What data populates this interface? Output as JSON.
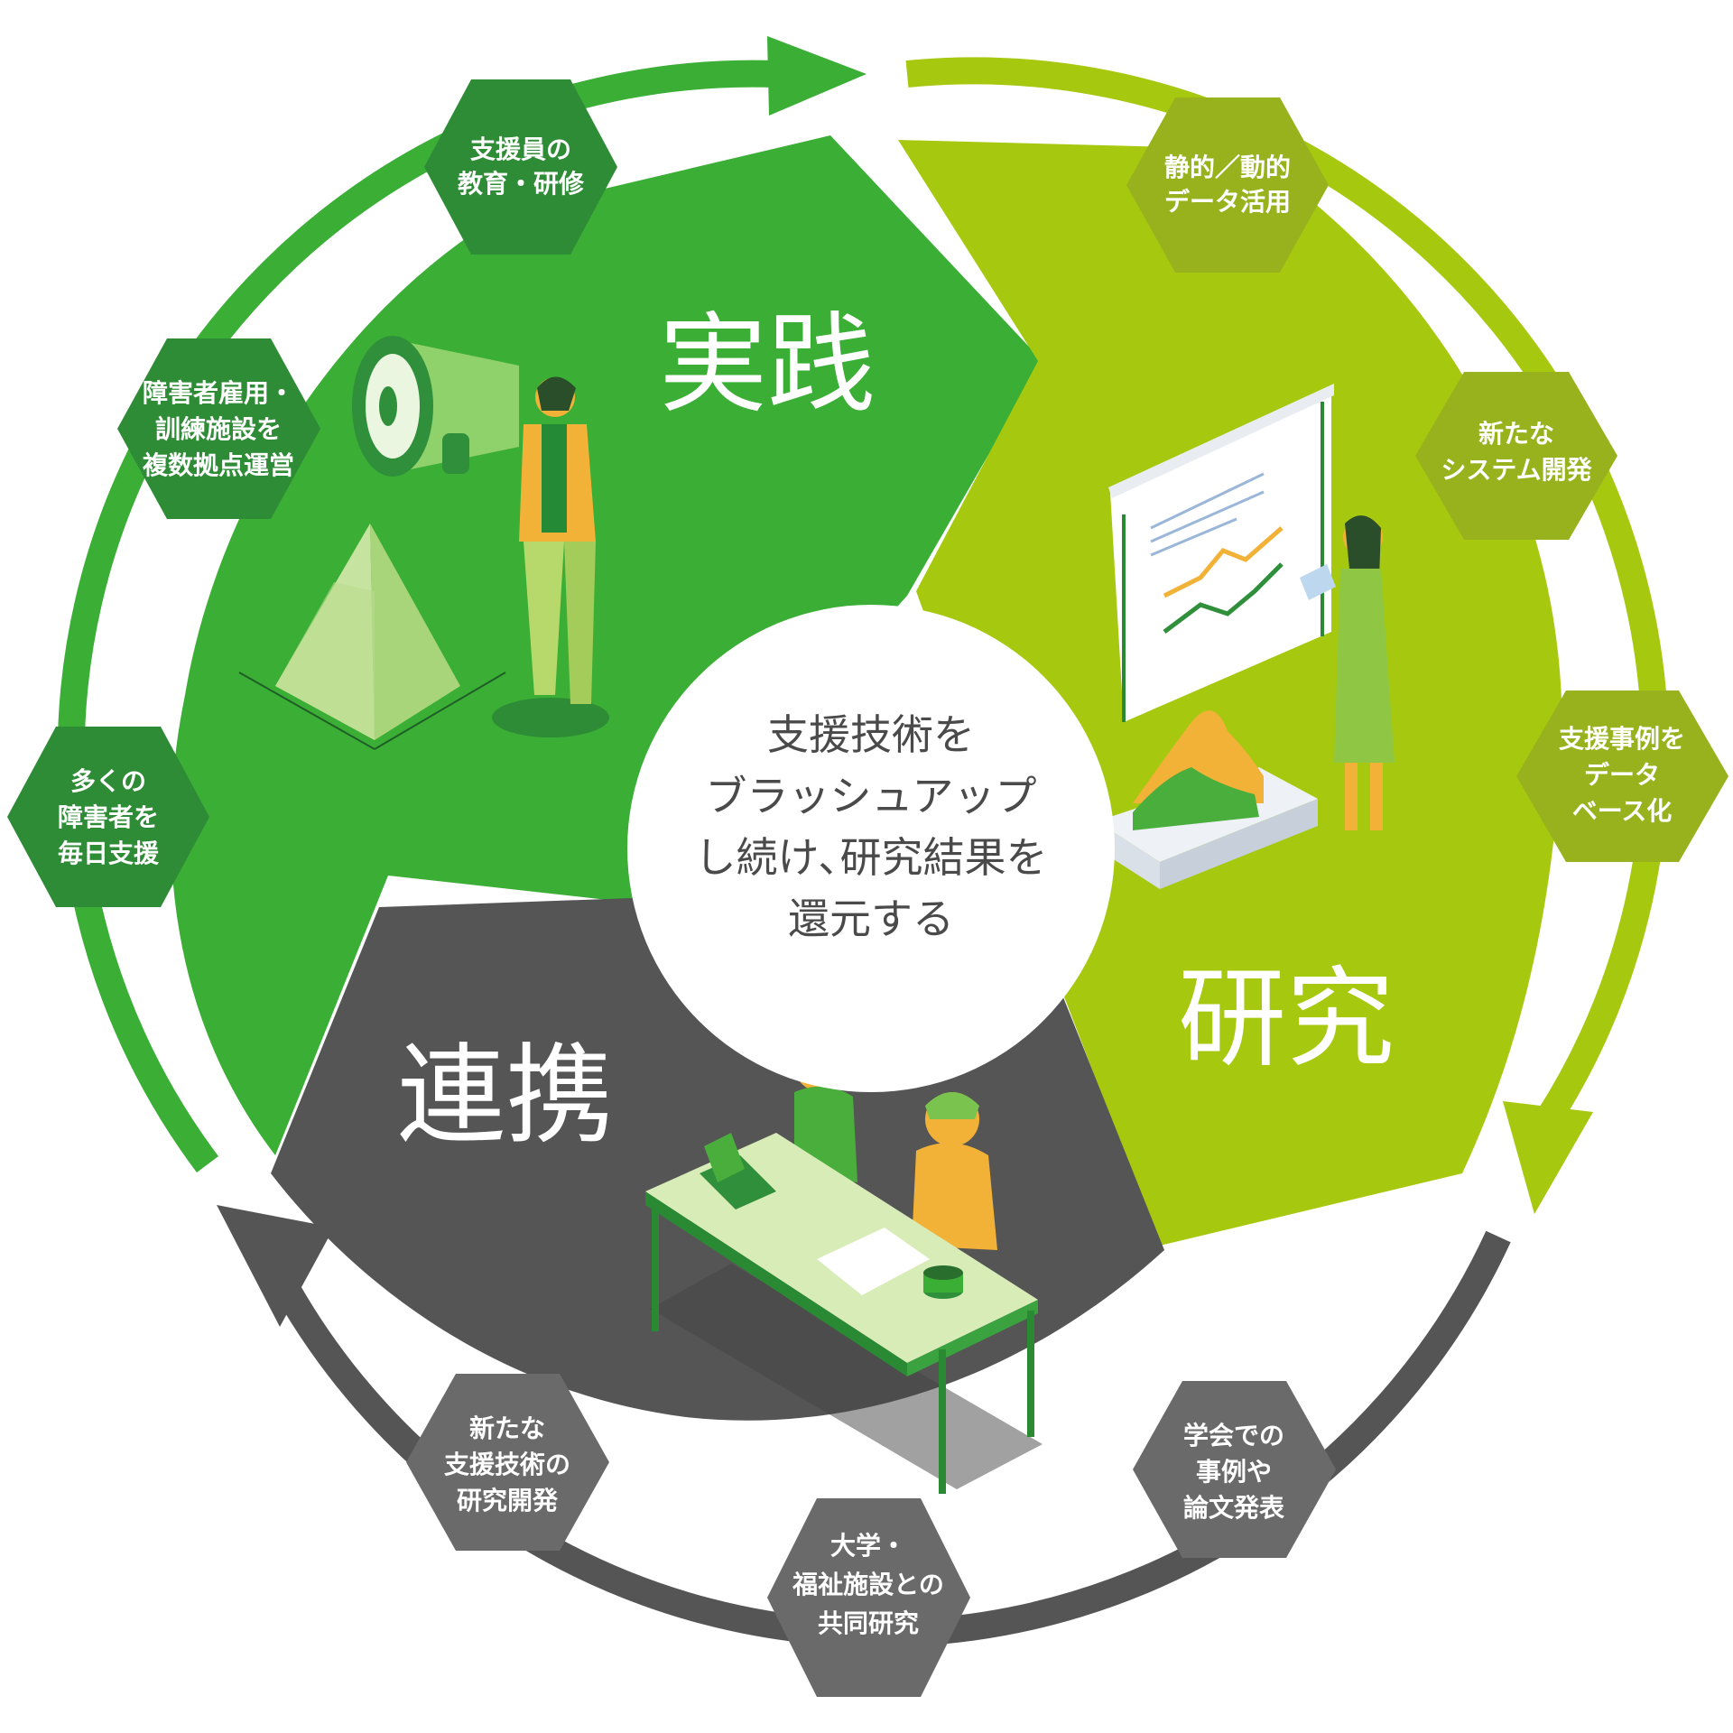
{
  "colors": {
    "practice": "#3aae35",
    "practice_hex": "#2e8b36",
    "research": "#a6c90f",
    "research_hex": "#98b21e",
    "collab": "#565555",
    "collab_hex": "#6b6a6a",
    "center_text": "#4a4a4a"
  },
  "sections": {
    "practice": "実践",
    "research": "研究",
    "collab": "連携"
  },
  "center": {
    "lines": [
      "支援技術を",
      "ブラッシュアップ",
      "し続け､研究結果を",
      "還元する"
    ]
  },
  "hexagons": {
    "practice": [
      {
        "lines": [
          "支援員の",
          "教育・研修"
        ]
      },
      {
        "lines": [
          "障害者雇用・",
          "訓練施設を",
          "複数拠点運営"
        ]
      },
      {
        "lines": [
          "多くの",
          "障害者を",
          "毎日支援"
        ]
      }
    ],
    "research": [
      {
        "lines": [
          "静的／動的",
          "データ活用"
        ]
      },
      {
        "lines": [
          "新たな",
          "システム開発"
        ]
      },
      {
        "lines": [
          "支援事例を",
          "データ",
          "ベース化"
        ]
      }
    ],
    "collab": [
      {
        "lines": [
          "学会での",
          "事例や",
          "論文発表"
        ]
      },
      {
        "lines": [
          "大学・",
          "福祉施設との",
          "共同研究"
        ]
      },
      {
        "lines": [
          "新たな",
          "支援技術の",
          "研究開発"
        ]
      }
    ]
  }
}
